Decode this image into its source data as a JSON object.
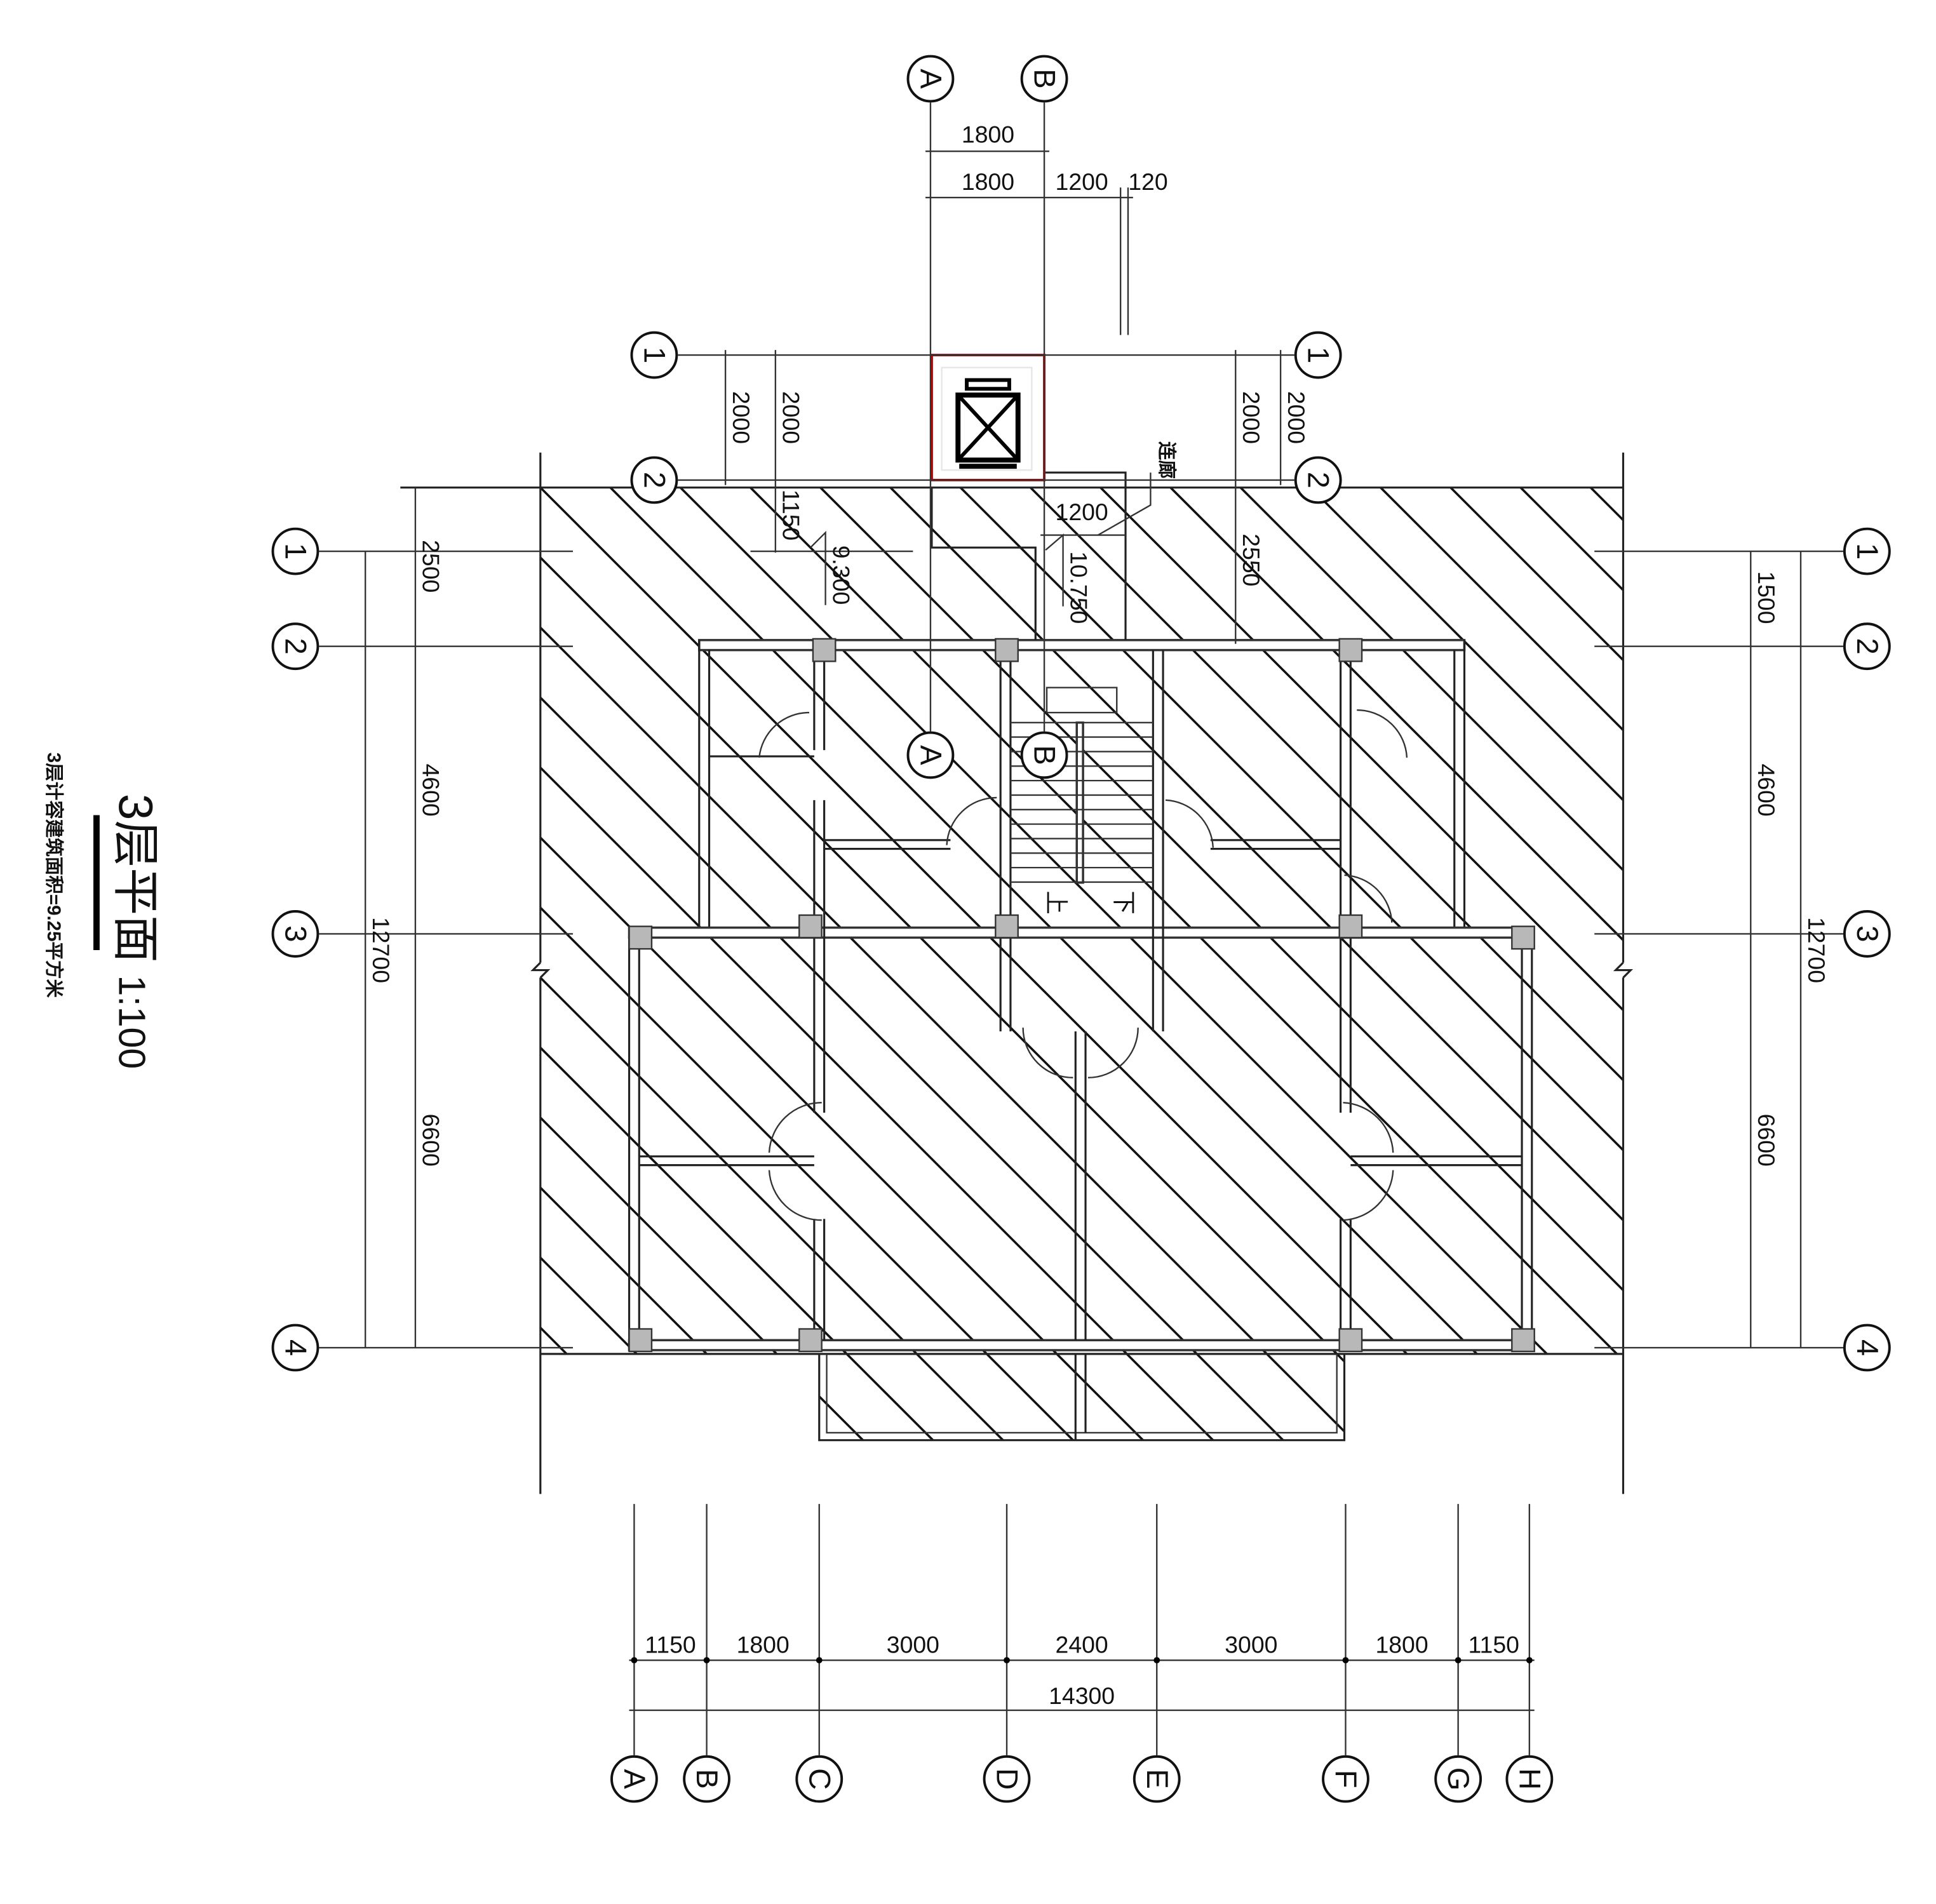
{
  "title": {
    "name": "3层平面",
    "scale": "1:100",
    "area_note": "3层计容建筑面积=9.25平方米"
  },
  "axes": {
    "columns": [
      "A",
      "B",
      "C",
      "D",
      "E",
      "F",
      "G",
      "H"
    ],
    "rows": [
      "1",
      "2",
      "3",
      "4"
    ]
  },
  "dimensions": {
    "bottom": [
      "1150",
      "1800",
      "3000",
      "2400",
      "3000",
      "1800",
      "1150"
    ],
    "bottom_total": "14300",
    "left": [
      "2500",
      "4600",
      "6600"
    ],
    "left_total": "12700",
    "right": [
      "1500",
      "4600",
      "6600"
    ],
    "right_total": "12700",
    "top_row1": "1800",
    "top_row2": [
      "1800",
      "1200",
      "120"
    ],
    "top_left_vertical": [
      "2000",
      "2000"
    ],
    "top_right_vertical": [
      "2000",
      "2000"
    ],
    "connector_offset": "1150",
    "connector_width": "1200"
  },
  "elevations": [
    "9.300",
    "10.750"
  ],
  "labels": {
    "corridor": "连廊",
    "stair_up": "上",
    "stair_down": "下"
  },
  "colors": {
    "elevator_outline": "#c00000",
    "column": "#b8b8b8"
  }
}
